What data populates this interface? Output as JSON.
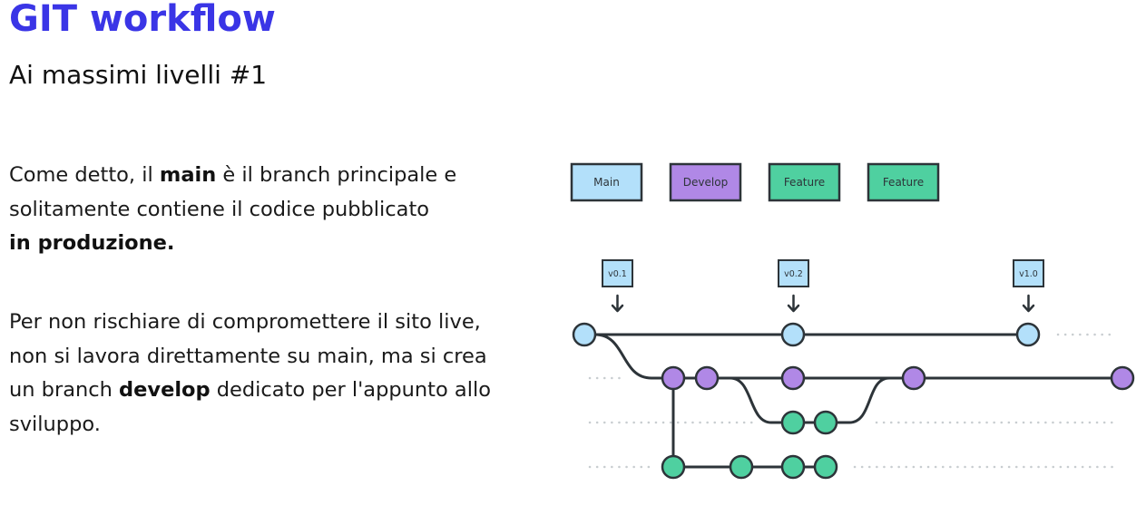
{
  "header": {
    "title": "GIT workflow",
    "subtitle": "Ai massimi livelli #1"
  },
  "body": {
    "p1": {
      "a": "Come detto, il ",
      "b": "main",
      "c": " è il branch principale e",
      "d": "solitamente contiene il codice pubblicato",
      "e": "in produzione."
    },
    "p2": {
      "a": "Per non rischiare di compromettere il sito live,",
      "b": "non si lavora direttamente su main, ma si crea",
      "c": "un branch ",
      "d": "develop",
      "e": " dedicato per l'appunto allo",
      "f": "sviluppo."
    }
  },
  "diagram": {
    "legend": [
      {
        "label": "Main",
        "color": "#b3e0fa"
      },
      {
        "label": "Develop",
        "color": "#b088e6"
      },
      {
        "label": "Feature",
        "color": "#4fd0a0"
      },
      {
        "label": "Feature",
        "color": "#4fd0a0"
      }
    ],
    "tags": [
      "v0.1",
      "v0.2",
      "v1.0"
    ],
    "colors": {
      "main": "#b3e0fa",
      "develop": "#b088e6",
      "feature": "#4fd0a0",
      "stroke": "#2d3439",
      "dots": "#c8cdd0"
    }
  }
}
